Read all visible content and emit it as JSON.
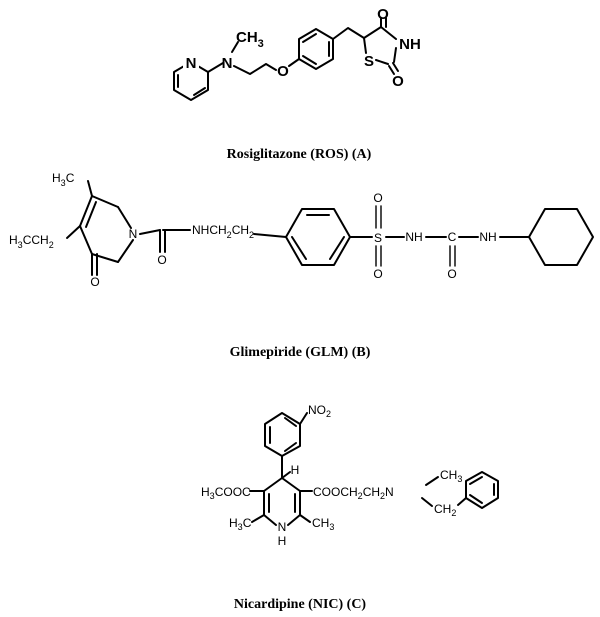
{
  "captions": {
    "a": "Rosiglitazone (ROS)  (A)",
    "b": "Glimepiride (GLM) (B)",
    "c": "Nicardipine (NIC) (C)"
  },
  "rosiglitazone_atoms": {
    "pyridine_n": "N",
    "amine_n": "N",
    "methyl": "CH",
    "methyl_sub": "3",
    "ether_o": "O",
    "ring_s": "S",
    "ring_nh": "NH",
    "carbonyl_o_top": "O",
    "carbonyl_o_bottom": "O"
  },
  "glimepiride_atoms": {
    "methyl_h3c": "H",
    "methyl_sub": "3",
    "methyl_c": "C",
    "ethyl_h3c": "H",
    "ethyl_sub3": "3",
    "ethyl_cch": "CCH",
    "ethyl_sub2": "2",
    "ring_n": "N",
    "ring_o": "O",
    "amide_o": "O",
    "nhch2ch2": "NHCH",
    "nhch2ch2_sub1": "2",
    "nhch2ch2_ch": "CH",
    "nhch2ch2_sub2": "2",
    "sulfur": "S",
    "sulfonyl_o_top": "O",
    "sulfonyl_o_bottom": "O",
    "nh1": "NH",
    "urea_c": "C",
    "urea_o": "O",
    "nh2": "NH"
  },
  "nicardipine_atoms": {
    "nitro": "NO",
    "nitro_sub": "2",
    "hydrogen": "H",
    "ester_left": "H",
    "ester_left_sub": "3",
    "ester_left_rest": "COOC",
    "ester_right": "COOCH",
    "ester_right_sub1": "2",
    "ester_right_ch": "CH",
    "ester_right_sub2": "2",
    "ester_right_n": "N",
    "n_methyl": "CH",
    "n_methyl_sub": "3",
    "benzyl": "CH",
    "benzyl_sub": "2",
    "left_methyl": "H",
    "left_methyl_sub": "3",
    "left_methyl_c": "C",
    "right_methyl": "CH",
    "right_methyl_sub": "3",
    "ring_n": "N",
    "ring_h": "H"
  }
}
